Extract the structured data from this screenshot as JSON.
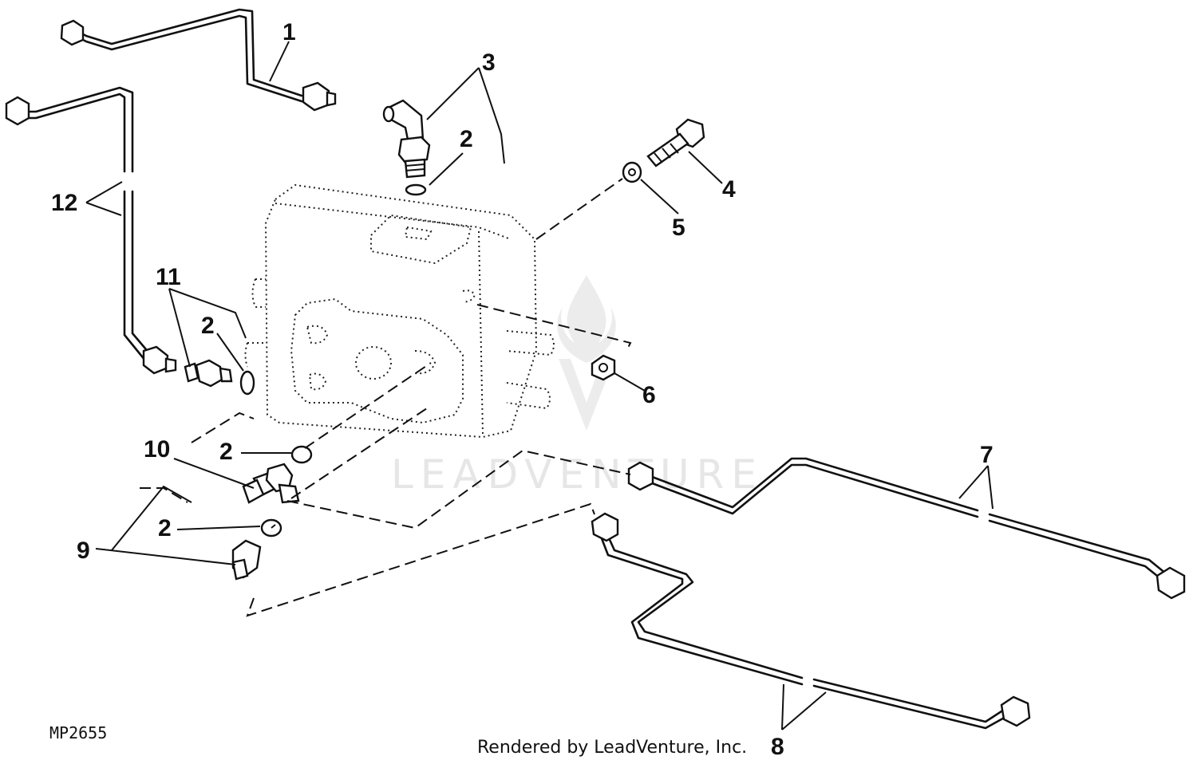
{
  "diagram": {
    "figure_code": "MP2655",
    "credit": "Rendered by LeadVenture, Inc.",
    "watermark": "LEADVENTURE",
    "callouts": {
      "c1": "1",
      "c2a": "2",
      "c2b": "2",
      "c2c": "2",
      "c2d": "2",
      "c3": "3",
      "c4": "4",
      "c5": "5",
      "c6": "6",
      "c7": "7",
      "c8": "8",
      "c9": "9",
      "c10": "10",
      "c11": "11",
      "c12": "12"
    }
  }
}
